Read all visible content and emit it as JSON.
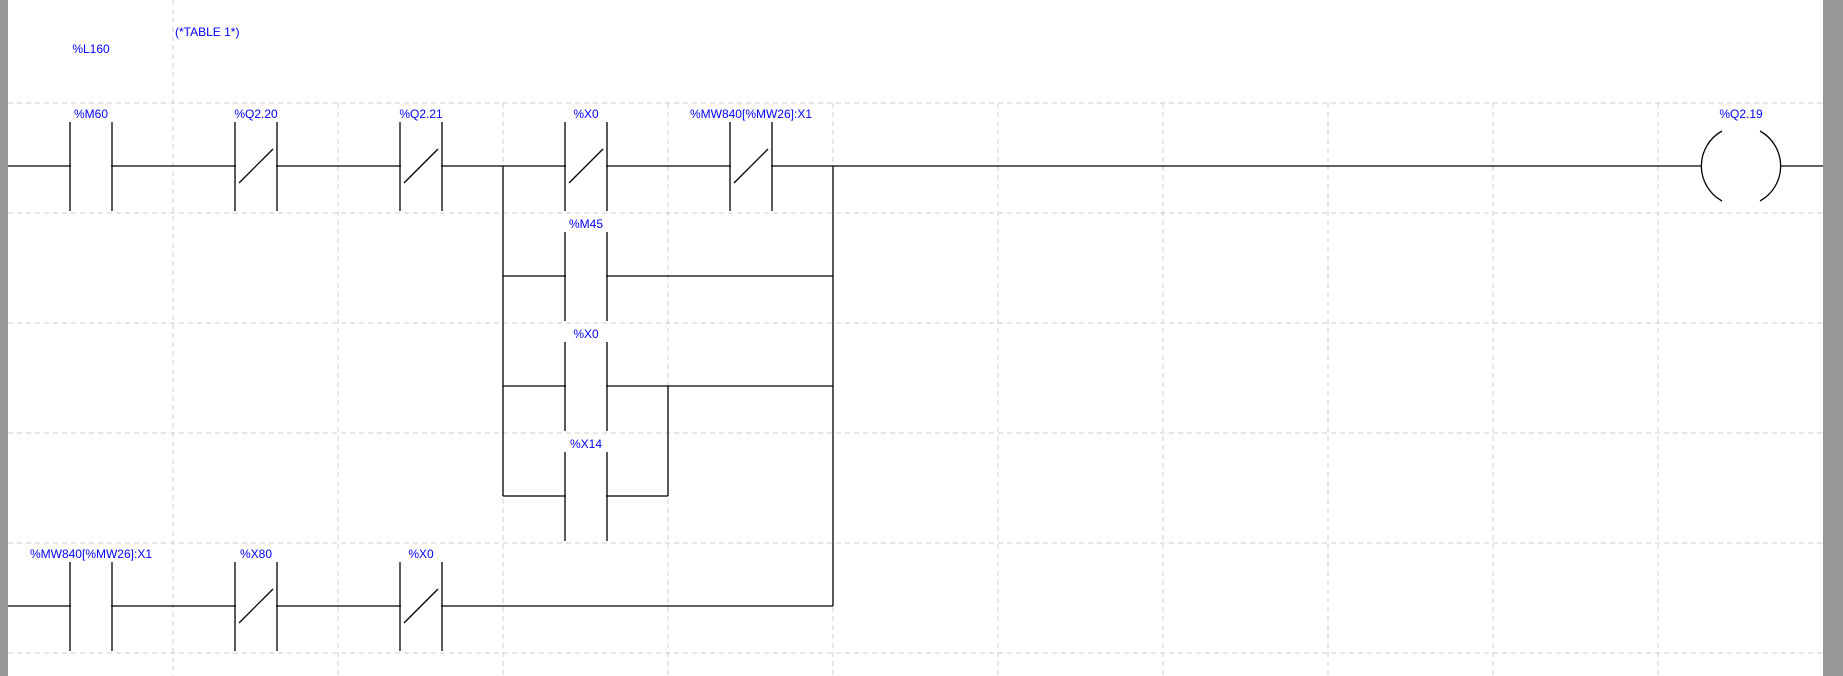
{
  "header": {
    "label": "%L160",
    "comment": "(*TABLE 1*)"
  },
  "colors": {
    "label": "#0000ff",
    "wire": "#000000",
    "grid": "#cfcfcf",
    "frame": "#979797"
  },
  "elements": [
    {
      "kind": "contact",
      "type": "NO",
      "row": 1,
      "col": 0,
      "label": "%M60"
    },
    {
      "kind": "contact",
      "type": "NC",
      "row": 1,
      "col": 1,
      "label": "%Q2.20"
    },
    {
      "kind": "contact",
      "type": "NC",
      "row": 1,
      "col": 2,
      "label": "%Q2.21"
    },
    {
      "kind": "contact",
      "type": "NC",
      "row": 1,
      "col": 3,
      "label": "%X0"
    },
    {
      "kind": "contact",
      "type": "NC",
      "row": 1,
      "col": 4,
      "label": "%MW840[%MW26]:X1"
    },
    {
      "kind": "coil",
      "type": "normal",
      "row": 1,
      "col": 10,
      "label": "%Q2.19"
    },
    {
      "kind": "contact",
      "type": "NO",
      "row": 2,
      "col": 3,
      "label": "%M45"
    },
    {
      "kind": "contact",
      "type": "NO",
      "row": 3,
      "col": 3,
      "label": "%X0"
    },
    {
      "kind": "contact",
      "type": "NO",
      "row": 4,
      "col": 3,
      "label": "%X14"
    },
    {
      "kind": "contact",
      "type": "NO",
      "row": 5,
      "col": 0,
      "label": "%MW840[%MW26]:X1"
    },
    {
      "kind": "contact",
      "type": "NC",
      "row": 5,
      "col": 1,
      "label": "%X80"
    },
    {
      "kind": "contact",
      "type": "NC",
      "row": 5,
      "col": 2,
      "label": "%X0"
    }
  ]
}
